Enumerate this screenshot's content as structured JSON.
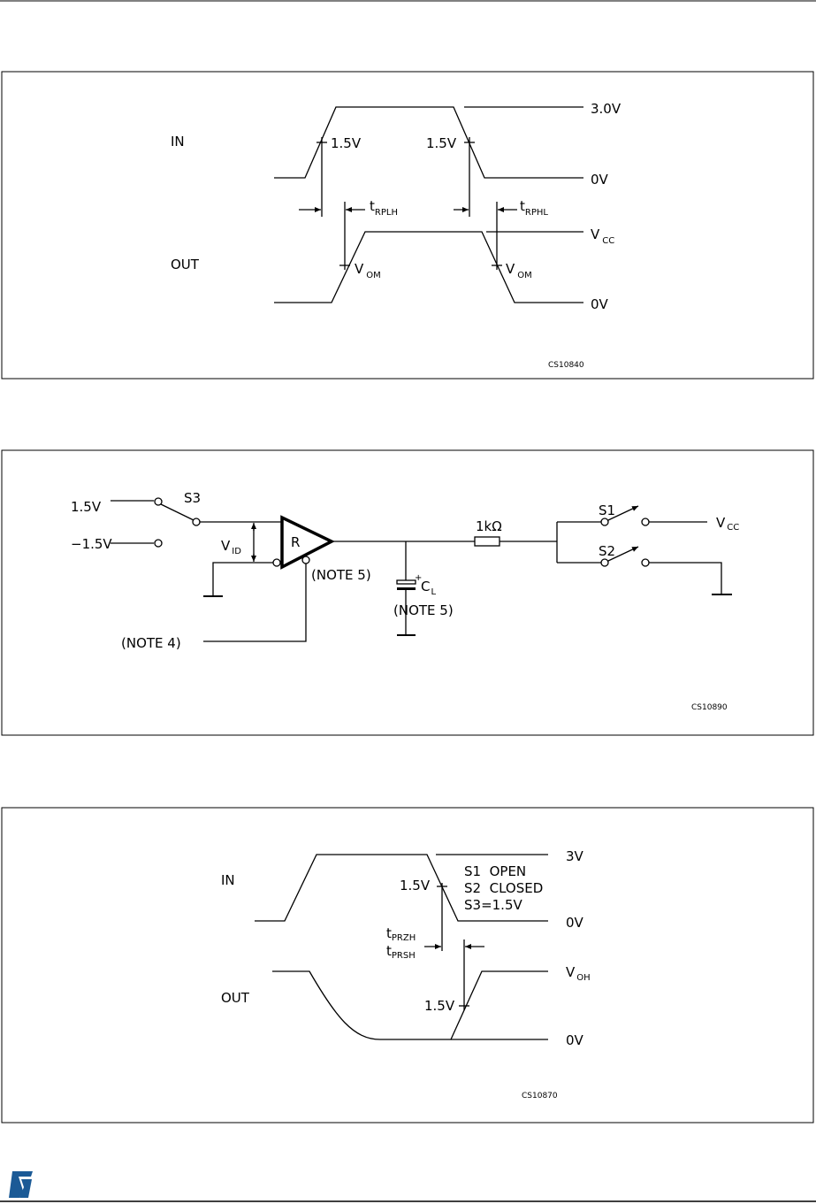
{
  "figure1": {
    "in_label": "IN",
    "out_label": "OUT",
    "v_high": "3.0V",
    "v_zero_in": "0V",
    "v_zero_out": "0V",
    "v_mid_left": "1.5V",
    "v_mid_right": "1.5V",
    "vcc": {
      "main": "V",
      "sub": "CC"
    },
    "t_rplh": {
      "main": "t",
      "sub": "RPLH"
    },
    "t_rphl": {
      "main": "t",
      "sub": "RPHL"
    },
    "vom_left": {
      "main": "V",
      "sub": "OM"
    },
    "vom_right": {
      "main": "V",
      "sub": "OM"
    },
    "code": "CS10840"
  },
  "figure2": {
    "src_pos": "1.5V",
    "src_neg": "−1.5V",
    "s3": "S3",
    "vid": {
      "main": "V",
      "sub": "ID"
    },
    "receiver": "R",
    "note5_a": "(NOTE 5)",
    "note4": "(NOTE 4)",
    "resistor": "1kΩ",
    "cap": {
      "main": "C",
      "sub": "L"
    },
    "cap_plus": "+",
    "note5_b": "(NOTE 5)",
    "s1": "S1",
    "s2": "S2",
    "vcc": {
      "main": "V",
      "sub": "CC"
    },
    "code": "CS10890"
  },
  "figure3": {
    "in_label": "IN",
    "out_label": "OUT",
    "v_high": "3V",
    "v_zero_in": "0V",
    "v_zero_out": "0V",
    "v_mid_in": "1.5V",
    "v_mid_out": "1.5V",
    "voh": {
      "main": "V",
      "sub": "OH"
    },
    "cond1": "S1  OPEN",
    "cond2": "S2  CLOSED",
    "cond3": "S3=1.5V",
    "t_przh": {
      "main": "t",
      "sub": "PRZH"
    },
    "t_prsh": {
      "main": "t",
      "sub": "PRSH"
    },
    "code": "CS10870"
  },
  "footer": {
    "logo": "ST",
    "logo_color": "#1b5a96"
  }
}
